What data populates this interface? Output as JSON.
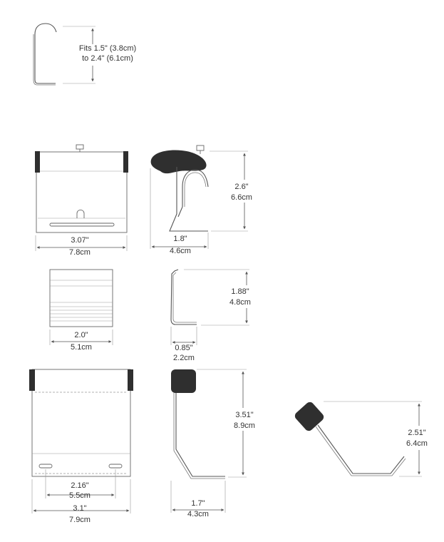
{
  "hook_fit": {
    "line1": "Fits 1.5\" (3.8cm)",
    "line2": "to 2.4\" (6.1cm)"
  },
  "view_a": {
    "width_in": "3.07\"",
    "width_cm": "7.8cm",
    "depth_in": "1.8\"",
    "depth_cm": "4.6cm",
    "height_in": "2.6\"",
    "height_cm": "6.6cm"
  },
  "view_b": {
    "width_in": "2.0\"",
    "width_cm": "5.1cm",
    "depth_in": "0.85\"",
    "depth_cm": "2.2cm",
    "height_in": "1.88\"",
    "height_cm": "4.8cm"
  },
  "view_c": {
    "hole_in": "2.16\"",
    "hole_cm": "5.5cm",
    "width_in": "3.1\"",
    "width_cm": "7.9cm",
    "depth_in": "1.7\"",
    "depth_cm": "4.3cm",
    "height_in": "3.51\"",
    "height_cm": "8.9cm",
    "rotated_in": "2.51\"",
    "rotated_cm": "6.4cm"
  },
  "colors": {
    "line": "#555555",
    "pad": "#2f2f2f",
    "text": "#333333"
  }
}
